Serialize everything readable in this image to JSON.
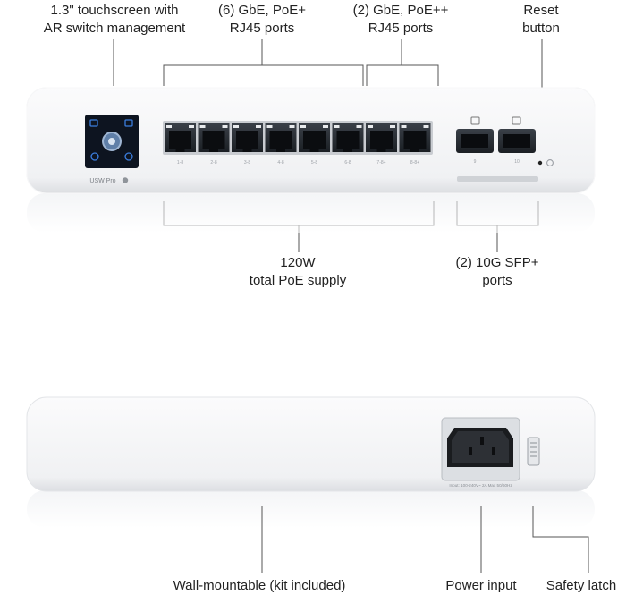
{
  "front": {
    "callouts": {
      "touchscreen": [
        "1.3\" touchscreen with",
        "AR switch management"
      ],
      "poe_plus": [
        "(6) GbE, PoE+",
        "RJ45 ports"
      ],
      "poe_plusplus": [
        "(2) GbE, PoE++",
        "RJ45 ports"
      ],
      "reset": [
        "Reset",
        "button"
      ],
      "poe_supply": [
        "120W",
        "total PoE supply"
      ],
      "sfp": [
        "(2) 10G SFP+",
        "ports"
      ]
    },
    "model_label": "USW Pro",
    "port_labels": [
      "1-8",
      "2-8",
      "3-8",
      "4-8",
      "5-8",
      "6-8",
      "7-8+",
      "8-8+"
    ],
    "sfp_labels": [
      "9",
      "10"
    ]
  },
  "back": {
    "callouts": {
      "wall_mount": "Wall-mountable (kit included)",
      "power_input": "Power input",
      "safety_latch": "Safety latch"
    },
    "power_spec": "Input: 100-240V~ 2A Max 50/60Hz"
  },
  "colors": {
    "device_body": "#f4f5f7",
    "screen": "#0d1420",
    "accent_blue": "#3b7ddd",
    "leader_line": "#555555"
  }
}
